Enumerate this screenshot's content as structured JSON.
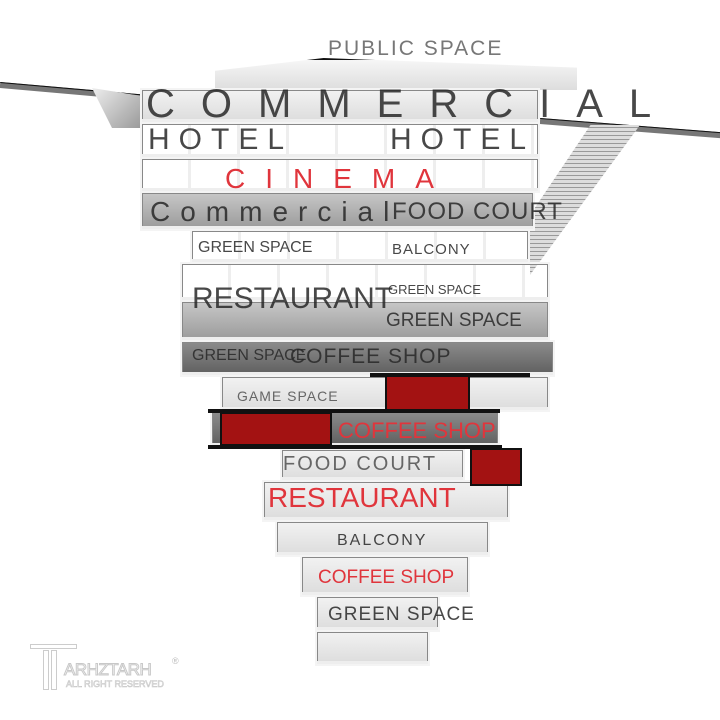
{
  "title": "PUBLIC SPACE",
  "floors": {
    "commercial_top": "COMMERCIAL",
    "hotel_left": "HOTEL",
    "hotel_right": "HOTEL",
    "cinema": "CINEMA",
    "commercial": "Commercial",
    "food_court_upper": "FOOD COURT",
    "green_space_1": "GREEN SPACE",
    "balcony_upper": "BALCONY",
    "restaurant_upper": "RESTAURANT",
    "green_space_2": "GREEN SPACE",
    "green_space_3": "GREEN SPACE",
    "green_space_4": "GREEN SPACE",
    "coffee_shop_1": "COFFEE SHOP",
    "game_space": "GAME SPACE",
    "coffee_shop_2": "COFFEE SHOP",
    "food_court_lower": "FOOD COURT",
    "restaurant_lower": "RESTAURANT",
    "balcony_lower": "BALCONY",
    "coffee_shop_3": "COFFEE SHOP",
    "green_space_5": "GREEN SPACE"
  },
  "watermark": {
    "brand": "ARHZTARH",
    "tagline": "ALL RIGHT RESERVED"
  },
  "colors": {
    "accent_red": "#a31212",
    "label_red": "#e0353c"
  }
}
